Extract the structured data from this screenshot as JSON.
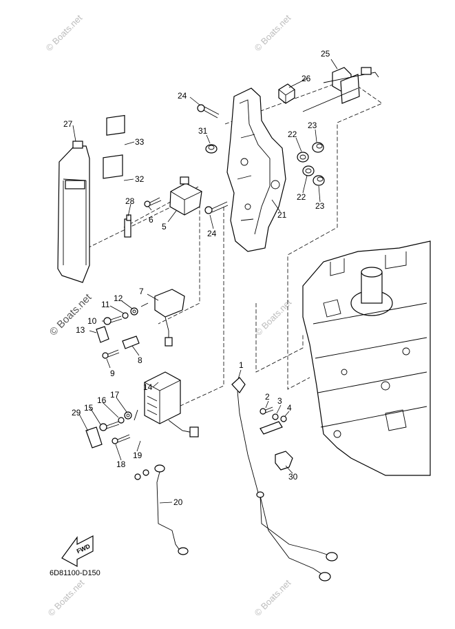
{
  "diagram_code": "6D81100-D150",
  "fwd_label": "FWD",
  "watermark_text": "© Boats.net",
  "callouts": [
    "1",
    "2",
    "3",
    "4",
    "5",
    "6",
    "7",
    "8",
    "9",
    "10",
    "11",
    "12",
    "13",
    "14",
    "15",
    "16",
    "17",
    "18",
    "19",
    "20",
    "21",
    "22",
    "22",
    "23",
    "23",
    "24",
    "24",
    "25",
    "26",
    "27",
    "28",
    "29",
    "30",
    "31",
    "32",
    "33"
  ]
}
